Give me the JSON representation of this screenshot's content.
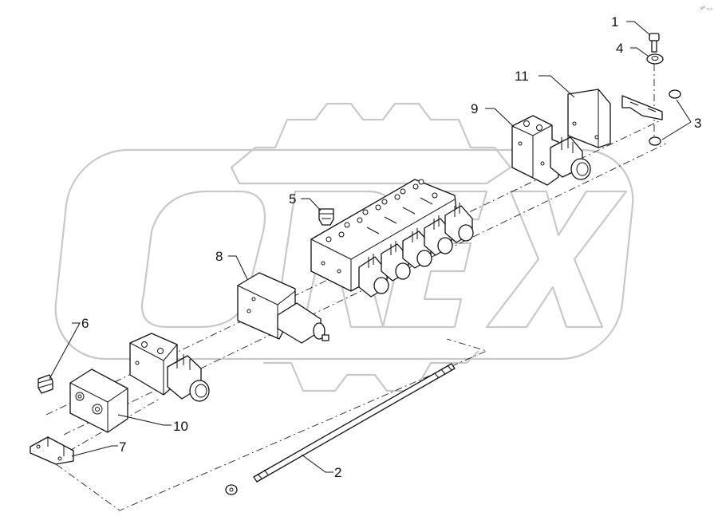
{
  "callouts": [
    {
      "id": "1",
      "text": "1"
    },
    {
      "id": "2",
      "text": "2"
    },
    {
      "id": "3",
      "text": "3"
    },
    {
      "id": "4",
      "text": "4"
    },
    {
      "id": "5",
      "text": "5"
    },
    {
      "id": "6",
      "text": "6"
    },
    {
      "id": "7",
      "text": "7"
    },
    {
      "id": "8",
      "text": "8"
    },
    {
      "id": "9",
      "text": "9"
    },
    {
      "id": "10",
      "text": "10"
    },
    {
      "id": "11",
      "text": "11"
    }
  ],
  "corner_mark": "oᴿ ₀₀₀",
  "colors": {
    "line": "#111111",
    "watermark": "#c8c8c8",
    "background": "#ffffff"
  }
}
